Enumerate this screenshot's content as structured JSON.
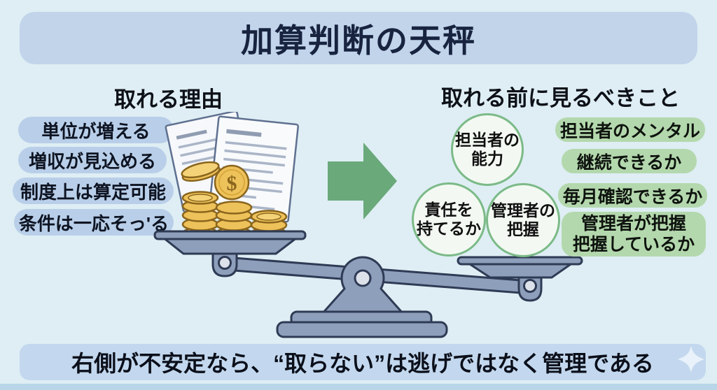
{
  "title": "加算判断の天秤",
  "left_panel": {
    "heading": "取れる理由",
    "pills": [
      "単位が増える",
      "増収が見込める",
      "制度上は算定可能",
      "条件は一応そっ'る"
    ]
  },
  "right_panel": {
    "heading": "取れる前に見るべきこと",
    "circles": [
      {
        "line1": "担当者の",
        "line2": "能力"
      },
      {
        "line1": "責任を",
        "line2": "持てるか"
      },
      {
        "line1": "管理者の",
        "line2": "把握"
      }
    ],
    "pills": [
      "担当者のメンタル",
      "継続できるか",
      "毎月確認できるか",
      "管理者が把握\n把握しているか"
    ]
  },
  "bottom_banner": {
    "text": "右側が不安定なら、“取らない”は逃げではなく管理である"
  },
  "icons": {
    "arrow": "arrow-right",
    "sparkle": "sparkle",
    "scale": "balance-scale",
    "coins": "coin-stacks",
    "documents": "paper-documents"
  },
  "colors": {
    "background": "#deeef4",
    "banner_blue": "#c1d4ea",
    "blue_pill": "#b9cfe9",
    "green_pill": "#b4d8ad",
    "circle_border": "#7cba88",
    "arrow_green": "#6aa97a",
    "scale_body": "#8e9fbb",
    "scale_outline": "#2f3b55",
    "coin_gold": "#eec25a",
    "title_text": "#18243f"
  }
}
